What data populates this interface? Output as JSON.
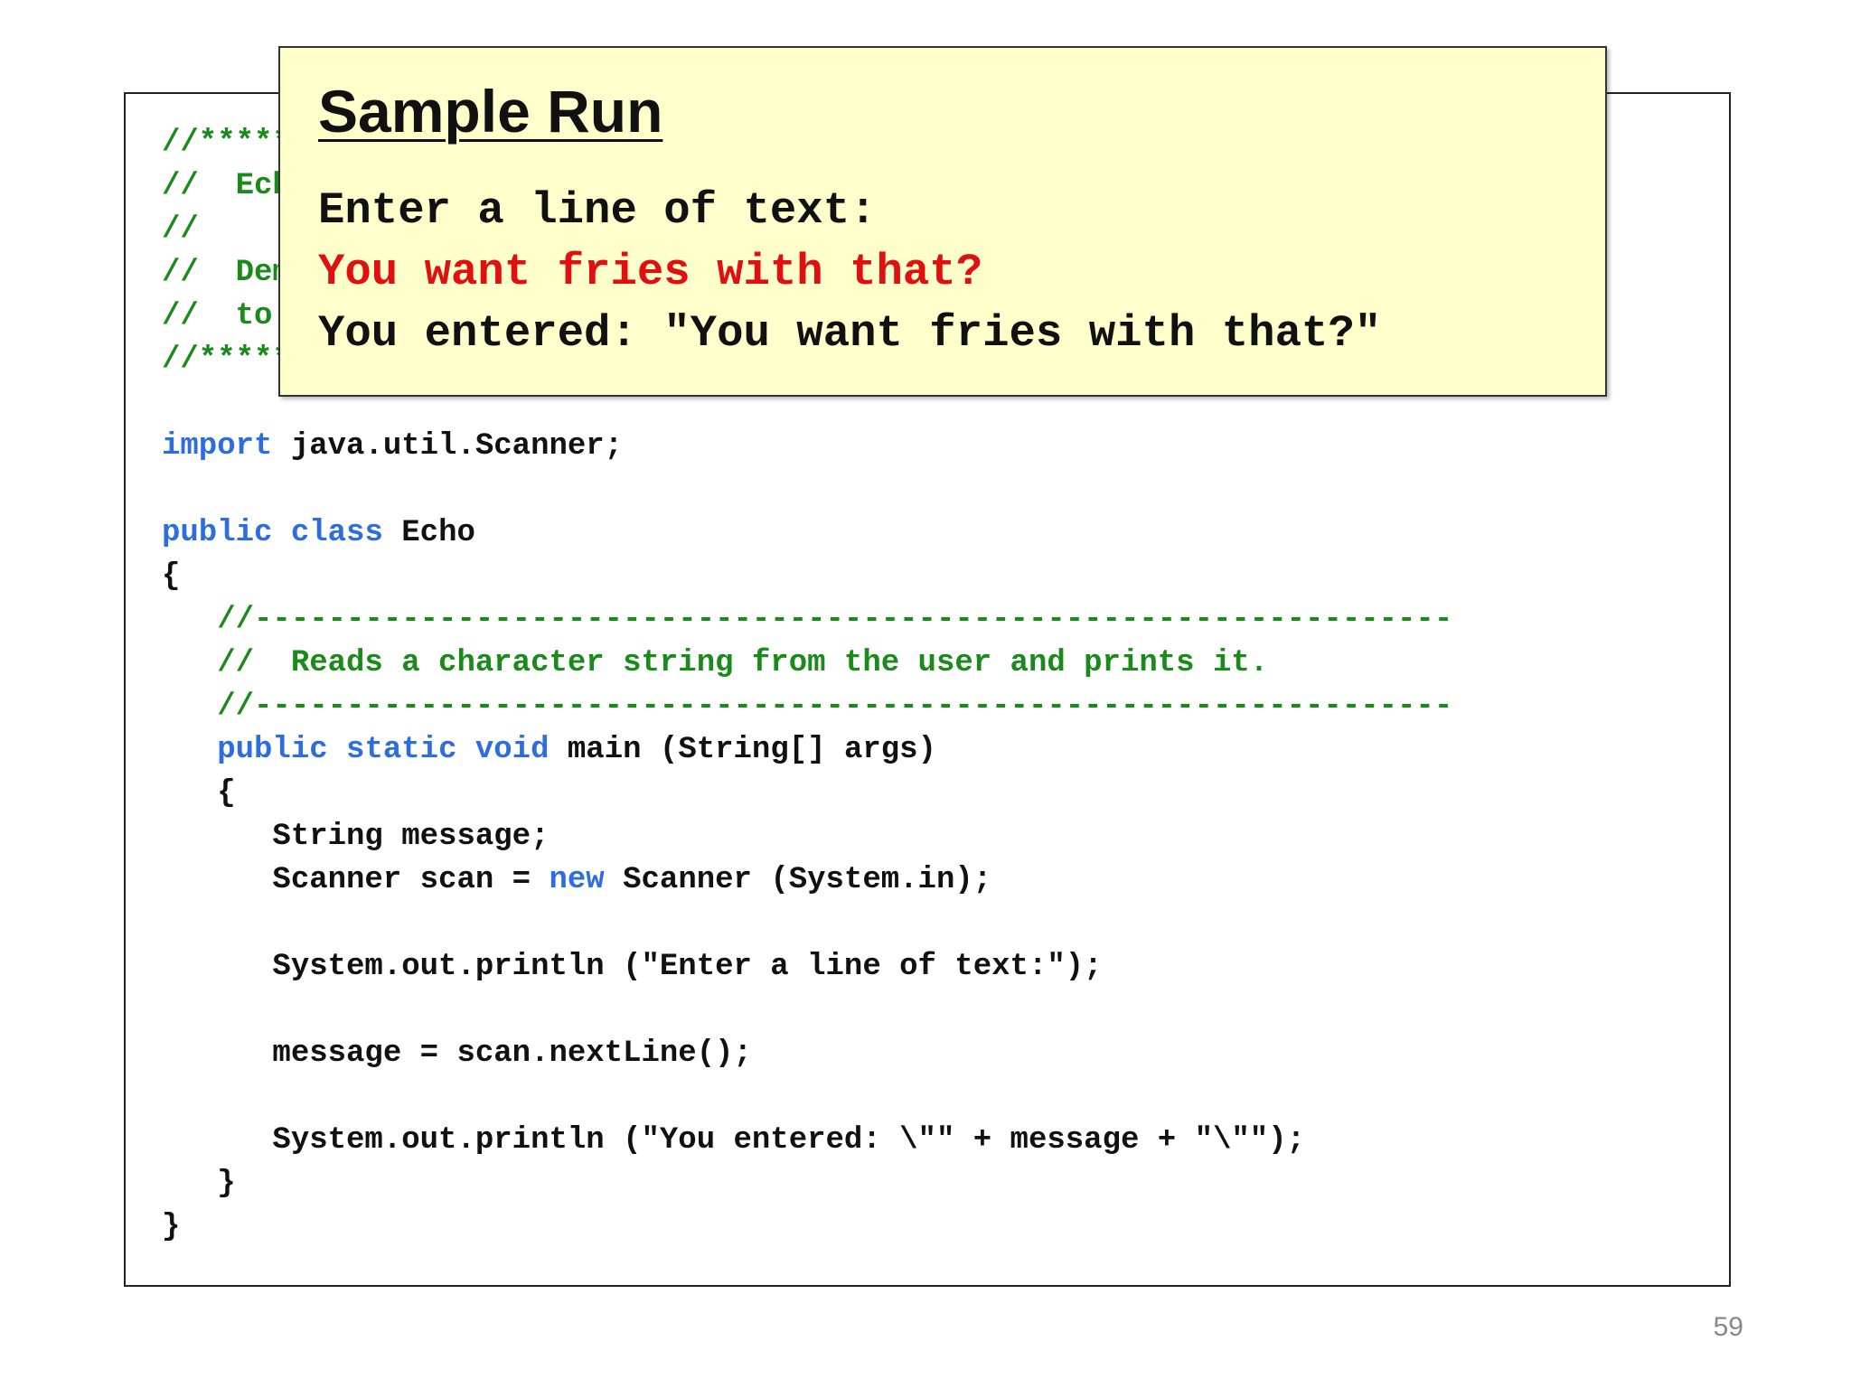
{
  "code": {
    "lines": [
      [
        {
          "t": "//************************************************************************",
          "c": "cm"
        }
      ],
      [
        {
          "t": "//  Echo.java       Author: Lewis/Loftus",
          "c": "cm"
        }
      ],
      [
        {
          "t": "//",
          "c": "cm"
        }
      ],
      [
        {
          "t": "//  Demonstrates the use of the nextLine method of the Scanner class",
          "c": "cm"
        }
      ],
      [
        {
          "t": "//  to read a string from the user.",
          "c": "cm"
        }
      ],
      [
        {
          "t": "//************************************************************************",
          "c": "cm"
        }
      ],
      [],
      [
        {
          "t": "import",
          "c": "kw"
        },
        {
          "t": " java.util.Scanner;",
          "c": "tx"
        }
      ],
      [],
      [
        {
          "t": "public",
          "c": "kw"
        },
        {
          "t": " ",
          "c": "tx"
        },
        {
          "t": "class",
          "c": "kw"
        },
        {
          "t": " Echo",
          "c": "tx"
        }
      ],
      [
        {
          "t": "{",
          "c": "tx"
        }
      ],
      [
        {
          "t": "   //-----------------------------------------------------------------",
          "c": "cm"
        }
      ],
      [
        {
          "t": "   //  Reads a character string from the user and prints it.",
          "c": "cm"
        }
      ],
      [
        {
          "t": "   //-----------------------------------------------------------------",
          "c": "cm"
        }
      ],
      [
        {
          "t": "   ",
          "c": "tx"
        },
        {
          "t": "public",
          "c": "kw"
        },
        {
          "t": " ",
          "c": "tx"
        },
        {
          "t": "static",
          "c": "kw"
        },
        {
          "t": " ",
          "c": "tx"
        },
        {
          "t": "void",
          "c": "kw"
        },
        {
          "t": " main (String[] args)",
          "c": "tx"
        }
      ],
      [
        {
          "t": "   {",
          "c": "tx"
        }
      ],
      [
        {
          "t": "      String message;",
          "c": "tx"
        }
      ],
      [
        {
          "t": "      Scanner scan = ",
          "c": "tx"
        },
        {
          "t": "new",
          "c": "kw"
        },
        {
          "t": " Scanner (System.in);",
          "c": "tx"
        }
      ],
      [],
      [
        {
          "t": "      System.out.println (\"Enter a line of text:\");",
          "c": "tx"
        }
      ],
      [],
      [
        {
          "t": "      message = scan.nextLine();",
          "c": "tx"
        }
      ],
      [],
      [
        {
          "t": "      System.out.println (\"You entered: \\\"\" + message + \"\\\"\");",
          "c": "tx"
        }
      ],
      [
        {
          "t": "   }",
          "c": "tx"
        }
      ],
      [
        {
          "t": "}",
          "c": "tx"
        }
      ]
    ]
  },
  "sample_run": {
    "title": "Sample Run",
    "lines": [
      {
        "text": "Enter a line of text:",
        "kind": "out"
      },
      {
        "text": "You want fries with that?",
        "kind": "in"
      },
      {
        "text": "You entered: \"You want fries with that?\"",
        "kind": "out"
      }
    ]
  },
  "colors": {
    "comment": "#1a8a1a",
    "keyword": "#2e6de0",
    "text": "#111111",
    "user_input": "#e01010",
    "popup_background": "#ffffcc"
  },
  "page_number": "59"
}
